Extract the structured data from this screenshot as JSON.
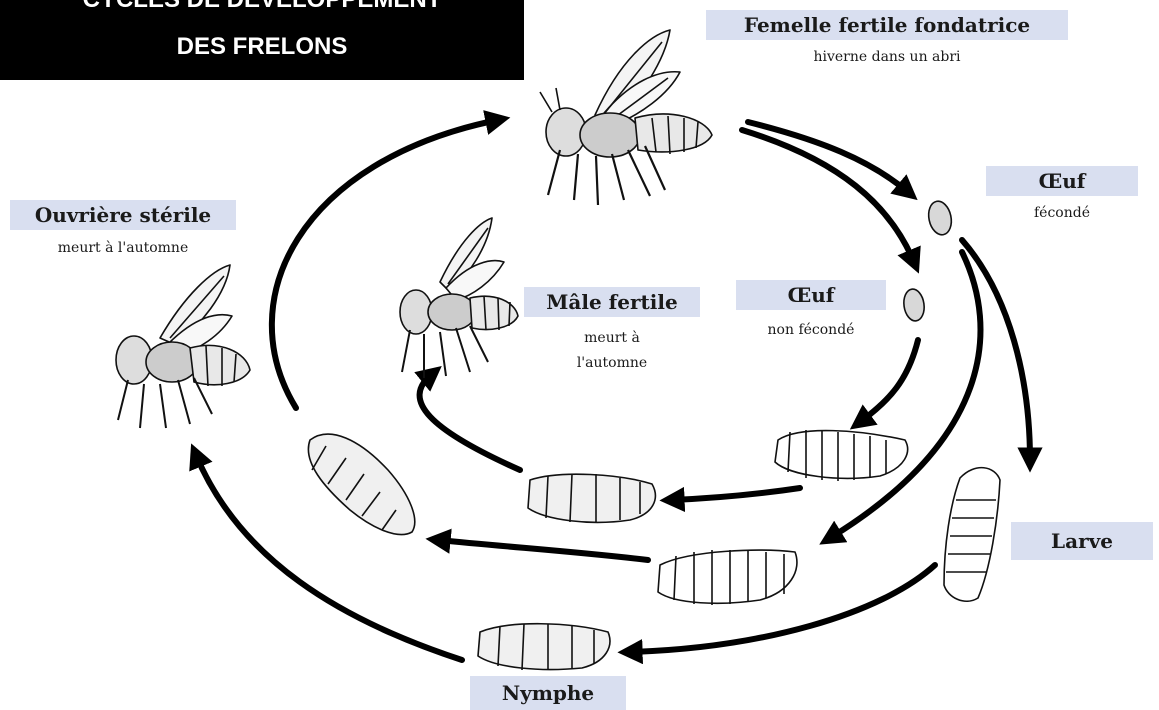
{
  "title": {
    "line1": "CYCLES DE DÉVELOPPEMENT",
    "line2": "DES FRELONS"
  },
  "stages": {
    "femelle": {
      "label": "Femelle fertile fondatrice",
      "note": "hiverne dans un abri"
    },
    "oeuf_fecond": {
      "label": "Œuf",
      "note": "fécondé"
    },
    "oeuf_non_fecond": {
      "label": "Œuf",
      "note": "non fécondé"
    },
    "male": {
      "label": "Mâle fertile",
      "note_line1": "meurt à",
      "note_line2": "l'automne"
    },
    "ouvriere": {
      "label": "Ouvrière stérile",
      "note": "meurt à l'automne"
    },
    "larve": {
      "label": "Larve"
    },
    "nymphe": {
      "label": "Nymphe"
    }
  },
  "colors": {
    "label_background": "#d9dff0",
    "title_background": "#000000",
    "arrow": "#000000"
  }
}
